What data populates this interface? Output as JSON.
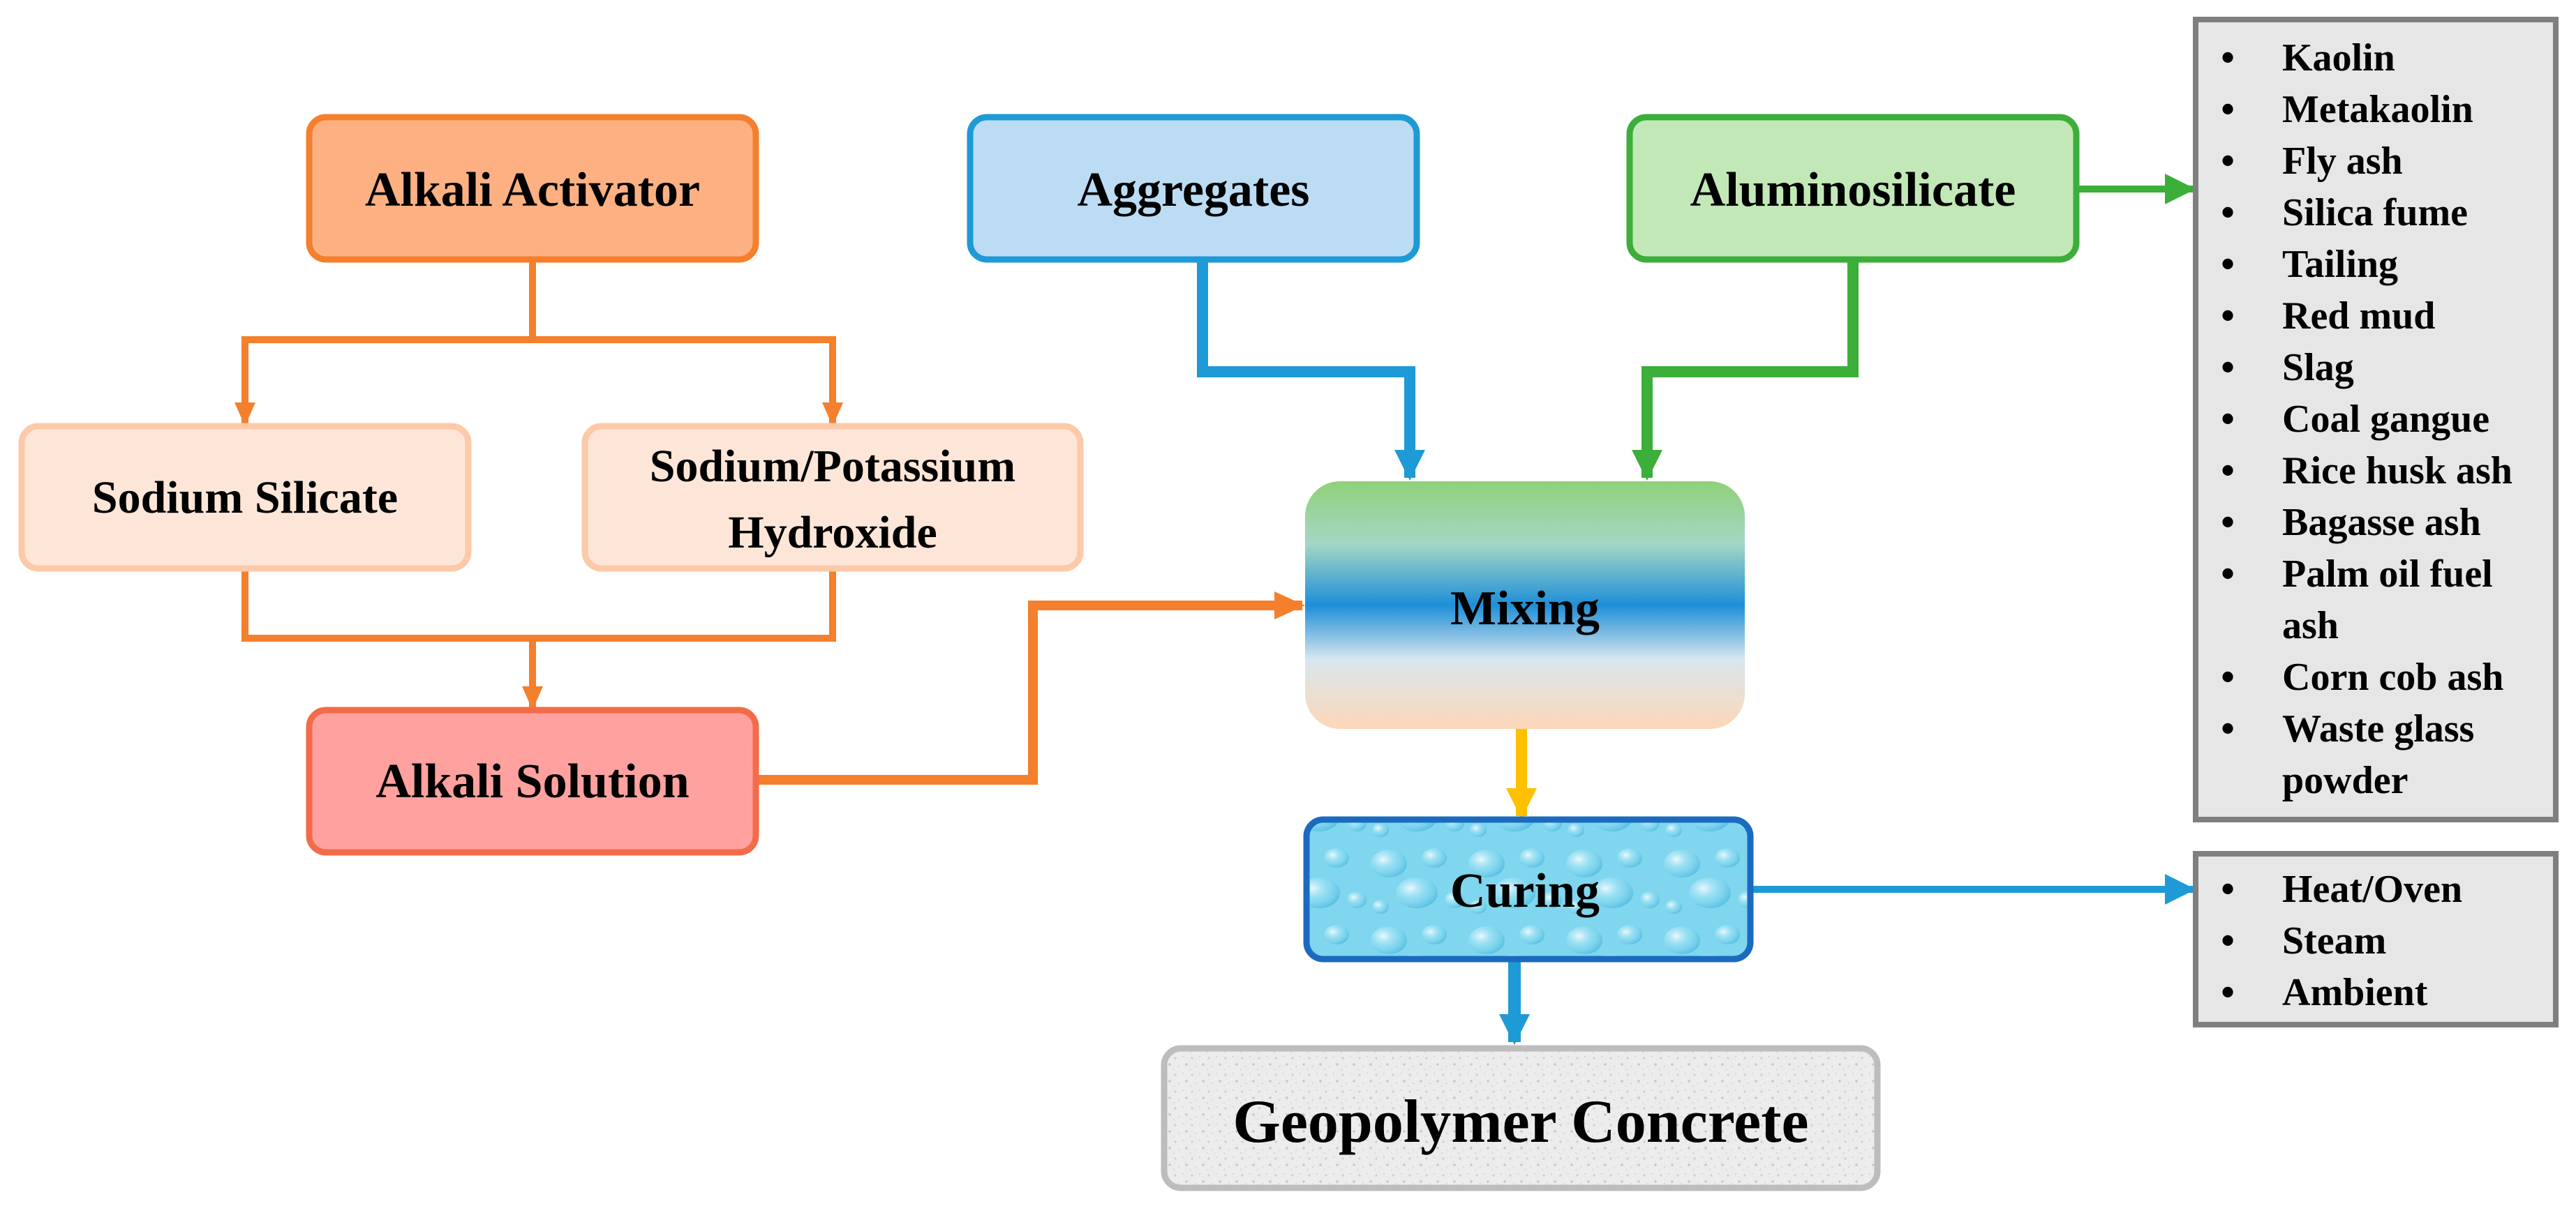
{
  "nodes": {
    "alkali_activator": "Alkali Activator",
    "sodium_silicate": "Sodium  Silicate",
    "hydroxide_line1": "Sodium/Potassium",
    "hydroxide_line2": "Hydroxide",
    "alkali_solution": "Alkali Solution",
    "aggregates": "Aggregates",
    "aluminosilicate": "Aluminosilicate",
    "mixing": "Mixing",
    "curing": "Curing",
    "geopolymer_concrete": "Geopolymer Concrete"
  },
  "aluminosilicate_sources": [
    [
      "Kaolin"
    ],
    [
      "Metakaolin"
    ],
    [
      "Fly ash"
    ],
    [
      "Silica fume"
    ],
    [
      "Tailing"
    ],
    [
      "Red mud"
    ],
    [
      "Slag"
    ],
    [
      "Coal gangue"
    ],
    [
      "Rice husk ash"
    ],
    [
      "Bagasse ash"
    ],
    [
      "Palm oil fuel",
      "ash"
    ],
    [
      "Corn cob ash"
    ],
    [
      "Waste glass",
      "powder"
    ]
  ],
  "curing_methods": [
    [
      "Heat/Oven"
    ],
    [
      "Steam"
    ],
    [
      "Ambient"
    ]
  ],
  "colors": {
    "orange": "#f47f2c",
    "blue": "#1e9ad6",
    "green": "#3cae3a",
    "yellow": "#ffc000",
    "gray": "#7f7f7f"
  }
}
